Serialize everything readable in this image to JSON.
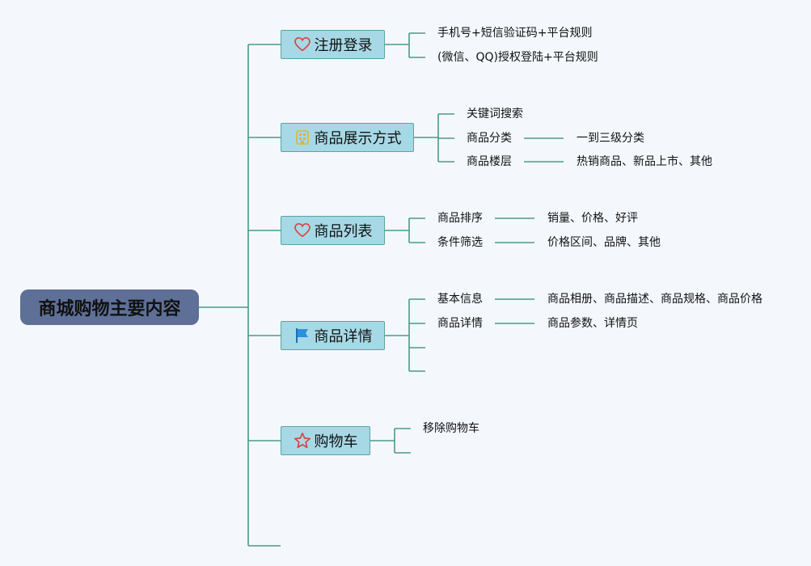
{
  "root": {
    "label": "商城购物主要内容"
  },
  "branches": [
    {
      "label": "注册登录",
      "icon": "heart-icon",
      "items": [
        {
          "label": "手机号+短信验证码+平台规则"
        },
        {
          "label": "(微信、QQ)授权登陆+平台规则"
        }
      ]
    },
    {
      "label": "商品展示方式",
      "icon": "building-icon",
      "items": [
        {
          "label": "关键词搜索"
        },
        {
          "label": "商品分类",
          "detail": "一到三级分类"
        },
        {
          "label": "商品楼层",
          "detail": "热销商品、新品上市、其他"
        }
      ]
    },
    {
      "label": "商品列表",
      "icon": "heart-icon",
      "items": [
        {
          "label": "商品排序",
          "detail": "销量、价格、好评"
        },
        {
          "label": "条件筛选",
          "detail": "价格区间、品牌、其他"
        }
      ]
    },
    {
      "label": "商品详情",
      "icon": "flag-icon",
      "items": [
        {
          "label": "基本信息",
          "detail": "商品相册、商品描述、商品规格、商品价格"
        },
        {
          "label": "商品详情",
          "detail": "商品参数、详情页"
        }
      ]
    },
    {
      "label": "购物车",
      "icon": "star-icon",
      "items": [
        {
          "label": "移除购物车"
        }
      ]
    }
  ],
  "colors": {
    "line": "#4a9a87",
    "root_fill": "#5e7097",
    "branch_fill": "#a7d8e6",
    "heart": "#d9413f",
    "star": "#d9413f",
    "flag": "#2a8fdc",
    "building": "#e0b530"
  }
}
